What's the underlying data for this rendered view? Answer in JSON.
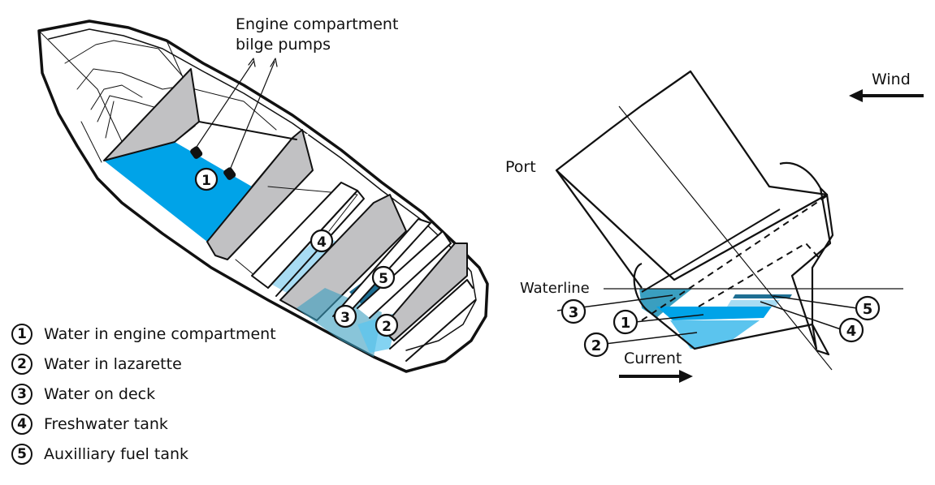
{
  "title_annotation": "Engine compartment bilge pumps",
  "pump_label_lines": [
    "Engine compartment",
    "bilge pumps"
  ],
  "legend": [
    {
      "num": "1",
      "text": "Water in engine compartment"
    },
    {
      "num": "2",
      "text": "Water in lazarette"
    },
    {
      "num": "3",
      "text": "Water on deck"
    },
    {
      "num": "4",
      "text": "Freshwater tank"
    },
    {
      "num": "5",
      "text": "Auxilliary fuel tank"
    }
  ],
  "side_view": {
    "wind_label": "Wind",
    "port_label": "Port",
    "waterline_label": "Waterline",
    "current_label": "Current"
  },
  "colors": {
    "engine_water": "#00a3e8",
    "lazarette_water": "#5bc4ee",
    "deck_water": "#3a9fc0",
    "freshwater": "#a8dcf3",
    "fuel": "#1f6f93",
    "bulkhead_gray": "#c1c1c3"
  },
  "callouts": [
    "1",
    "2",
    "3",
    "4",
    "5"
  ]
}
